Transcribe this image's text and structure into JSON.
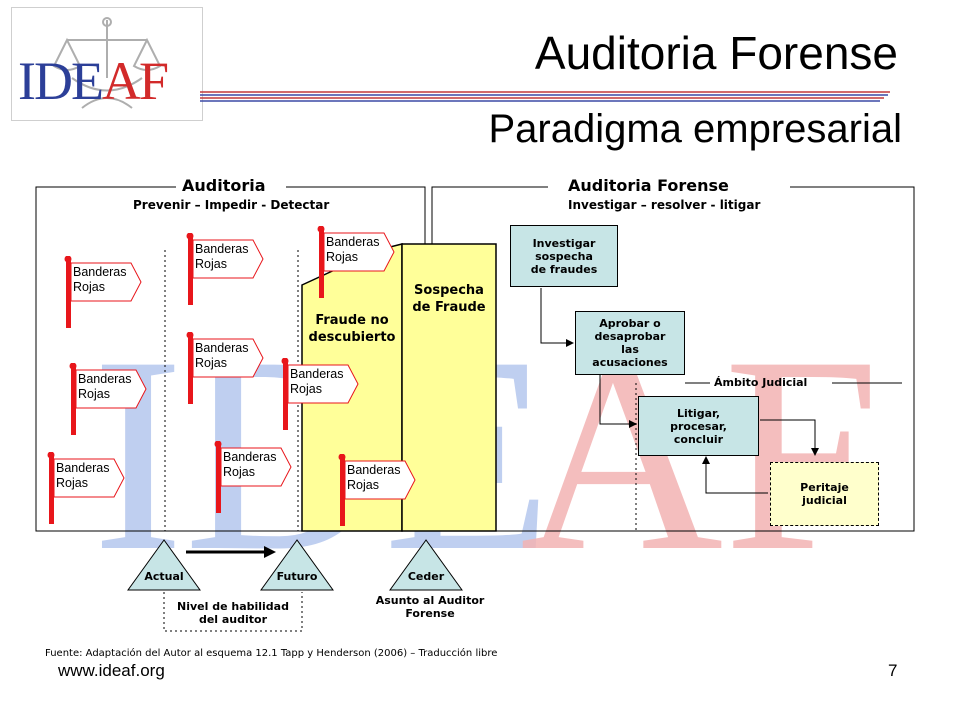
{
  "slide": {
    "title": "Auditoria Forense",
    "subtitle": "Paradigma empresarial",
    "logo_text": "IDEAF",
    "watermark_text": "IDEAF",
    "footer_url": "www.ideaf.org",
    "page_number": "7"
  },
  "diagram": {
    "left_section": {
      "title": "Auditoria",
      "subtitle": "Prevenir – Impedir - Detectar"
    },
    "right_section": {
      "title": "Auditoria Forense",
      "subtitle": "Investigar – resolver - litigar"
    },
    "flag_label": [
      "Banderas",
      "Rojas"
    ],
    "fraude_no_descubierto": [
      "Fraude no",
      "descubierto"
    ],
    "sospecha_de_fraude": [
      "Sospecha",
      "de Fraude"
    ],
    "boxes": {
      "investigar": [
        "Investigar",
        "sospecha",
        "de fraudes"
      ],
      "aprobar": [
        "Aprobar o",
        "desaprobar",
        "las",
        "acusaciones"
      ],
      "litigar": [
        "Litigar,",
        "procesar,",
        "concluir"
      ],
      "peritaje": [
        "Peritaje",
        "judicial"
      ]
    },
    "ambito_judicial": "Ámbito Judicial",
    "triangles": {
      "actual": "Actual",
      "futuro": "Futuro",
      "ceder": "Ceder"
    },
    "nivel_habilidad": [
      "Nivel de habilidad",
      "del auditor"
    ],
    "asunto": [
      "Asunto al Auditor",
      "Forense"
    ],
    "source": "Fuente: Adaptación del Autor al esquema 12.1 Tapp y Henderson (2006) – Traducción libre"
  },
  "colors": {
    "flag_pole": "#e8161b",
    "yellow_fill": "#ffff99",
    "teal_box": "#c7e5e6",
    "peritaje_fill": "#ffffcc",
    "watermark_blue": "#b5c7ee",
    "watermark_red": "#f3b3b3",
    "logo_blue": "#2c3f98",
    "logo_red": "#d22a2a"
  }
}
